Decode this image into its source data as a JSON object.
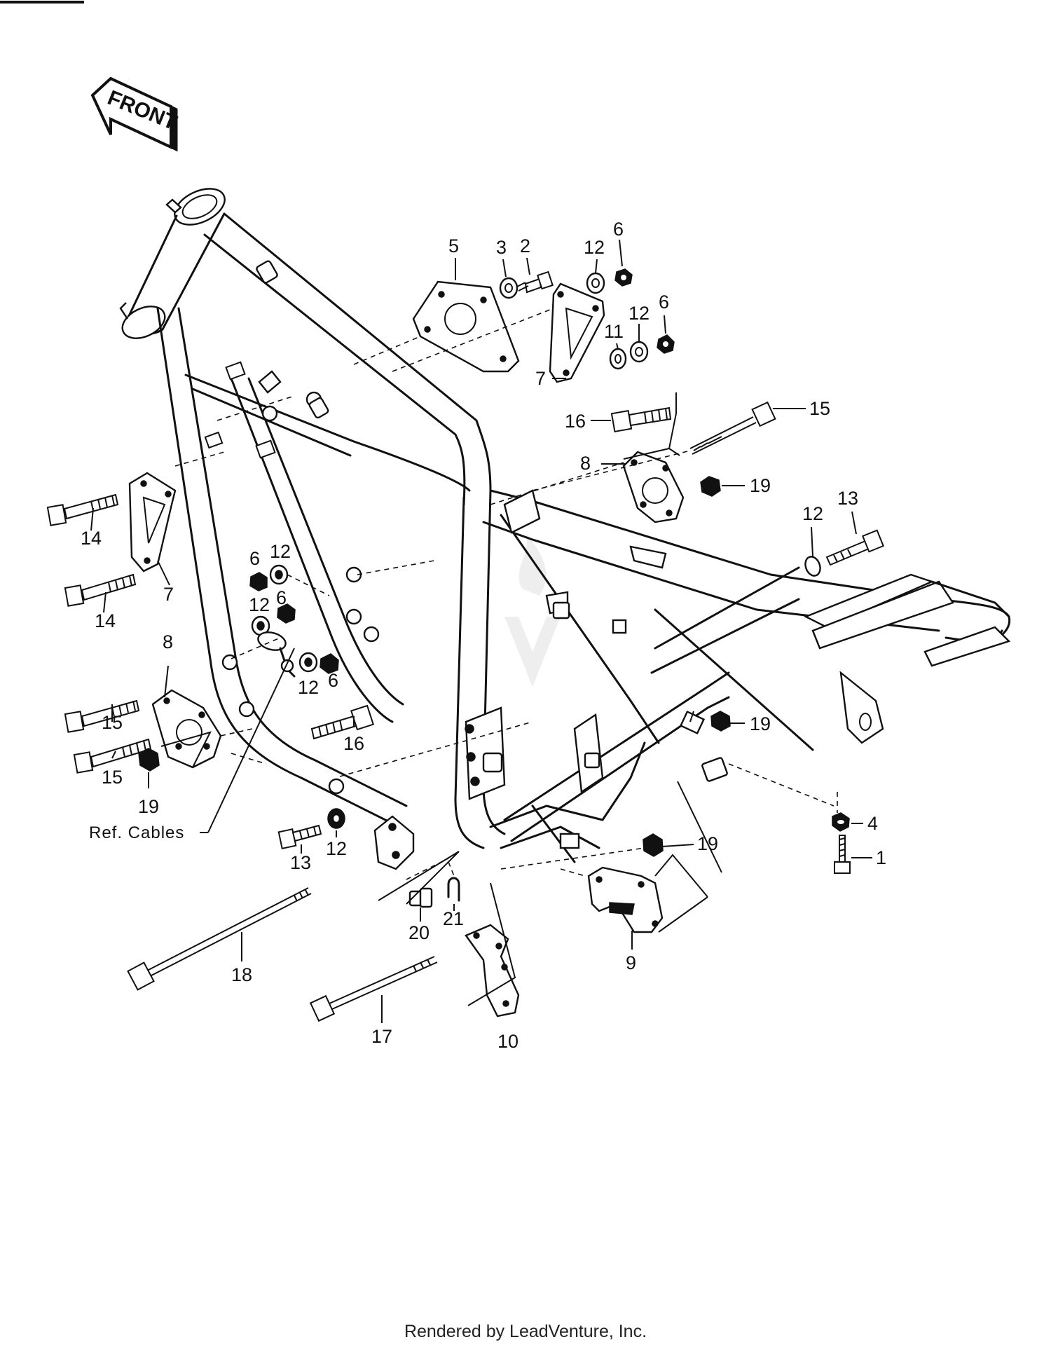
{
  "diagram": {
    "front_arrow_label": "FRONT",
    "reference_label": "Ref.  Cables",
    "footer": "Rendered by LeadVenture, Inc.",
    "callouts": {
      "c1": "1",
      "c2": "2",
      "c3": "3",
      "c4": "4",
      "c5": "5",
      "c6a": "6",
      "c6b": "6",
      "c6c": "6",
      "c6d": "6",
      "c6e": "6",
      "c7a": "7",
      "c7b": "7",
      "c8a": "8",
      "c8b": "8",
      "c9": "9",
      "c10": "10",
      "c11": "11",
      "c12a": "12",
      "c12b": "12",
      "c12c": "12",
      "c12d": "12",
      "c12e": "12",
      "c12f": "12",
      "c12g": "12",
      "c13a": "13",
      "c13b": "13",
      "c14a": "14",
      "c14b": "14",
      "c15a": "15",
      "c15b": "15",
      "c15c": "15",
      "c16a": "16",
      "c16b": "16",
      "c17": "17",
      "c18": "18",
      "c19a": "19",
      "c19b": "19",
      "c19c": "19",
      "c19d": "19",
      "c20": "20",
      "c21": "21"
    }
  }
}
